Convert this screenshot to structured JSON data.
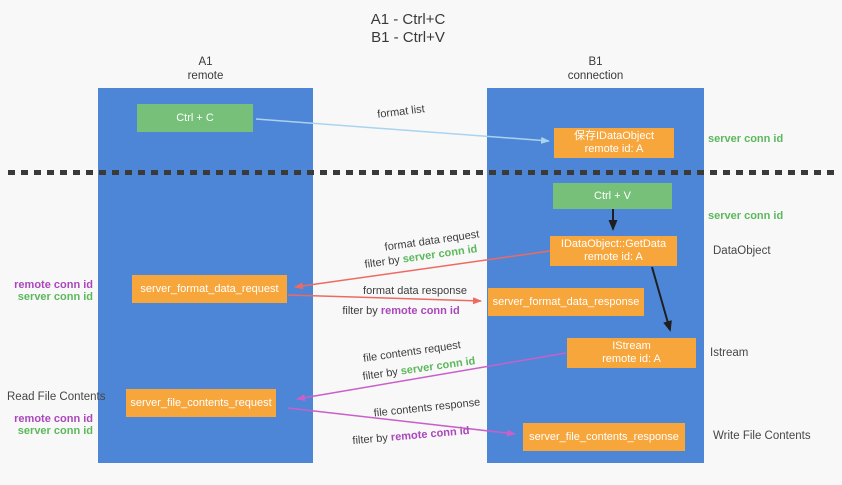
{
  "title": {
    "line1": "A1 - Ctrl+C",
    "line2": "B1 - Ctrl+V"
  },
  "lifelines": {
    "left": {
      "title": "A1",
      "subtitle": "remote"
    },
    "right": {
      "title": "B1",
      "subtitle": "connection"
    }
  },
  "nodes": {
    "ctrl_c": {
      "label": "Ctrl + C"
    },
    "ctrl_v": {
      "label": "Ctrl + V"
    },
    "save_idataobject": {
      "line1": "保存IDataObject",
      "line2": "remote id: A"
    },
    "idataobject_getdata": {
      "line1": "IDataObject::GetData",
      "line2": "remote id: A"
    },
    "istream": {
      "line1": "IStream",
      "line2": "remote id: A"
    },
    "server_format_data_request": {
      "label": "server_format_data_request"
    },
    "server_format_data_response": {
      "label": "server_format_data_response"
    },
    "server_file_contents_request": {
      "label": "server_file_contents_request"
    },
    "server_file_contents_response": {
      "label": "server_file_contents_response"
    }
  },
  "edge_labels": {
    "format_list": "format list",
    "format_data_request": "format data request",
    "format_data_response": "format data response",
    "file_contents_request": "file contents request",
    "file_contents_response": "file contents response",
    "filter_by": "filter by "
  },
  "ids": {
    "server_conn_id": "server conn id",
    "remote_conn_id": "remote conn id"
  },
  "annotations": {
    "server_conn_id_top": "server conn id",
    "server_conn_id_mid": "server conn id",
    "dataobject": "DataObject",
    "istream": "Istream",
    "read_file_contents": "Read File Contents",
    "write_file_contents": "Write File Contents"
  },
  "colors": {
    "column_blue": "#4d86d7",
    "box_green": "#77c07a",
    "box_orange": "#f7a63c",
    "id_green_text": "#5cb85c",
    "id_purple_text": "#ab47bc",
    "arrow_red": "#ee6a60",
    "arrow_magenta": "#c95fc9",
    "arrow_light_blue": "#a9d3ef",
    "arrow_black": "#1f1f1f",
    "background": "#f8f8f8"
  }
}
